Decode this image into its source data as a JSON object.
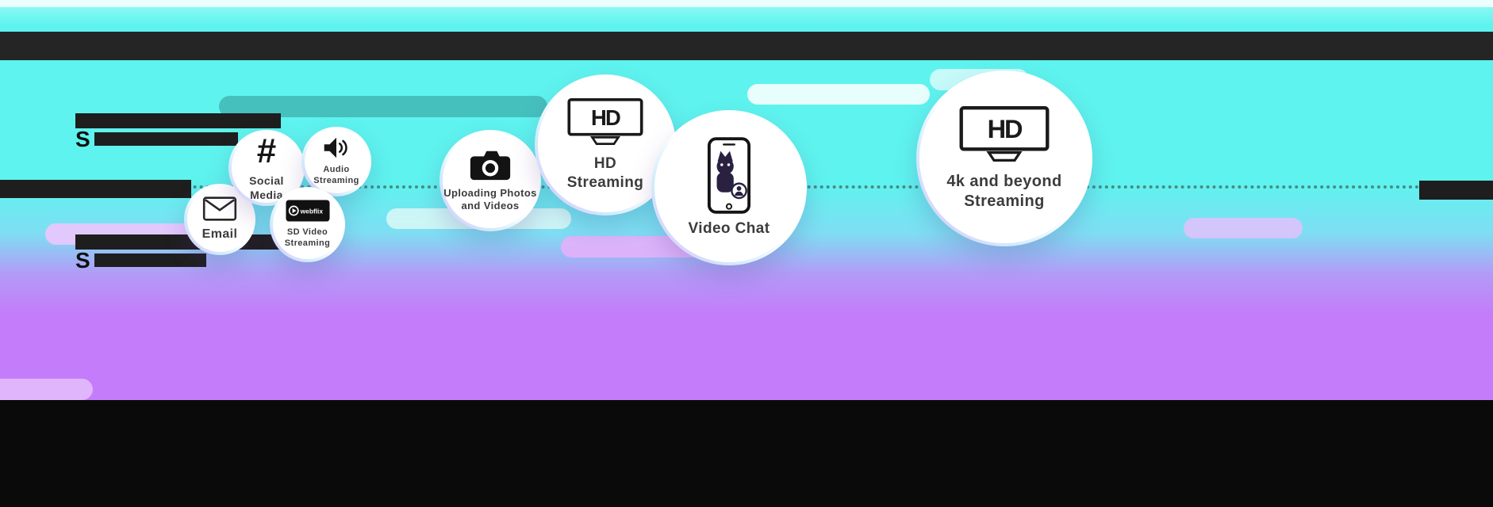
{
  "colors": {
    "background_top": "#5ef3ee",
    "background_bottom": "#c47cfa",
    "redacted_bar": "#1e1e1e",
    "title_bar": "#252525",
    "footer_bar": "#0a0a0a",
    "bubble_fill": "#ffffff",
    "label_text": "#3c3c3c"
  },
  "left_text": {
    "top_prefix": "S",
    "bottom_prefix": "S"
  },
  "bubbles": {
    "email": {
      "label": "Email"
    },
    "social": {
      "label": "Social Media"
    },
    "audio": {
      "label": "Audio Streaming"
    },
    "sd_video": {
      "label": "SD Video Streaming"
    },
    "upload": {
      "label": "Uploading Photos and Videos"
    },
    "hd": {
      "label": "HD Streaming"
    },
    "video_chat": {
      "label": "Video Chat"
    },
    "four_k": {
      "label": "4k and beyond Streaming"
    }
  },
  "icons": {
    "hd_logo": "HD",
    "webflix_wordmark": "webflix",
    "hash_glyph": "#"
  }
}
